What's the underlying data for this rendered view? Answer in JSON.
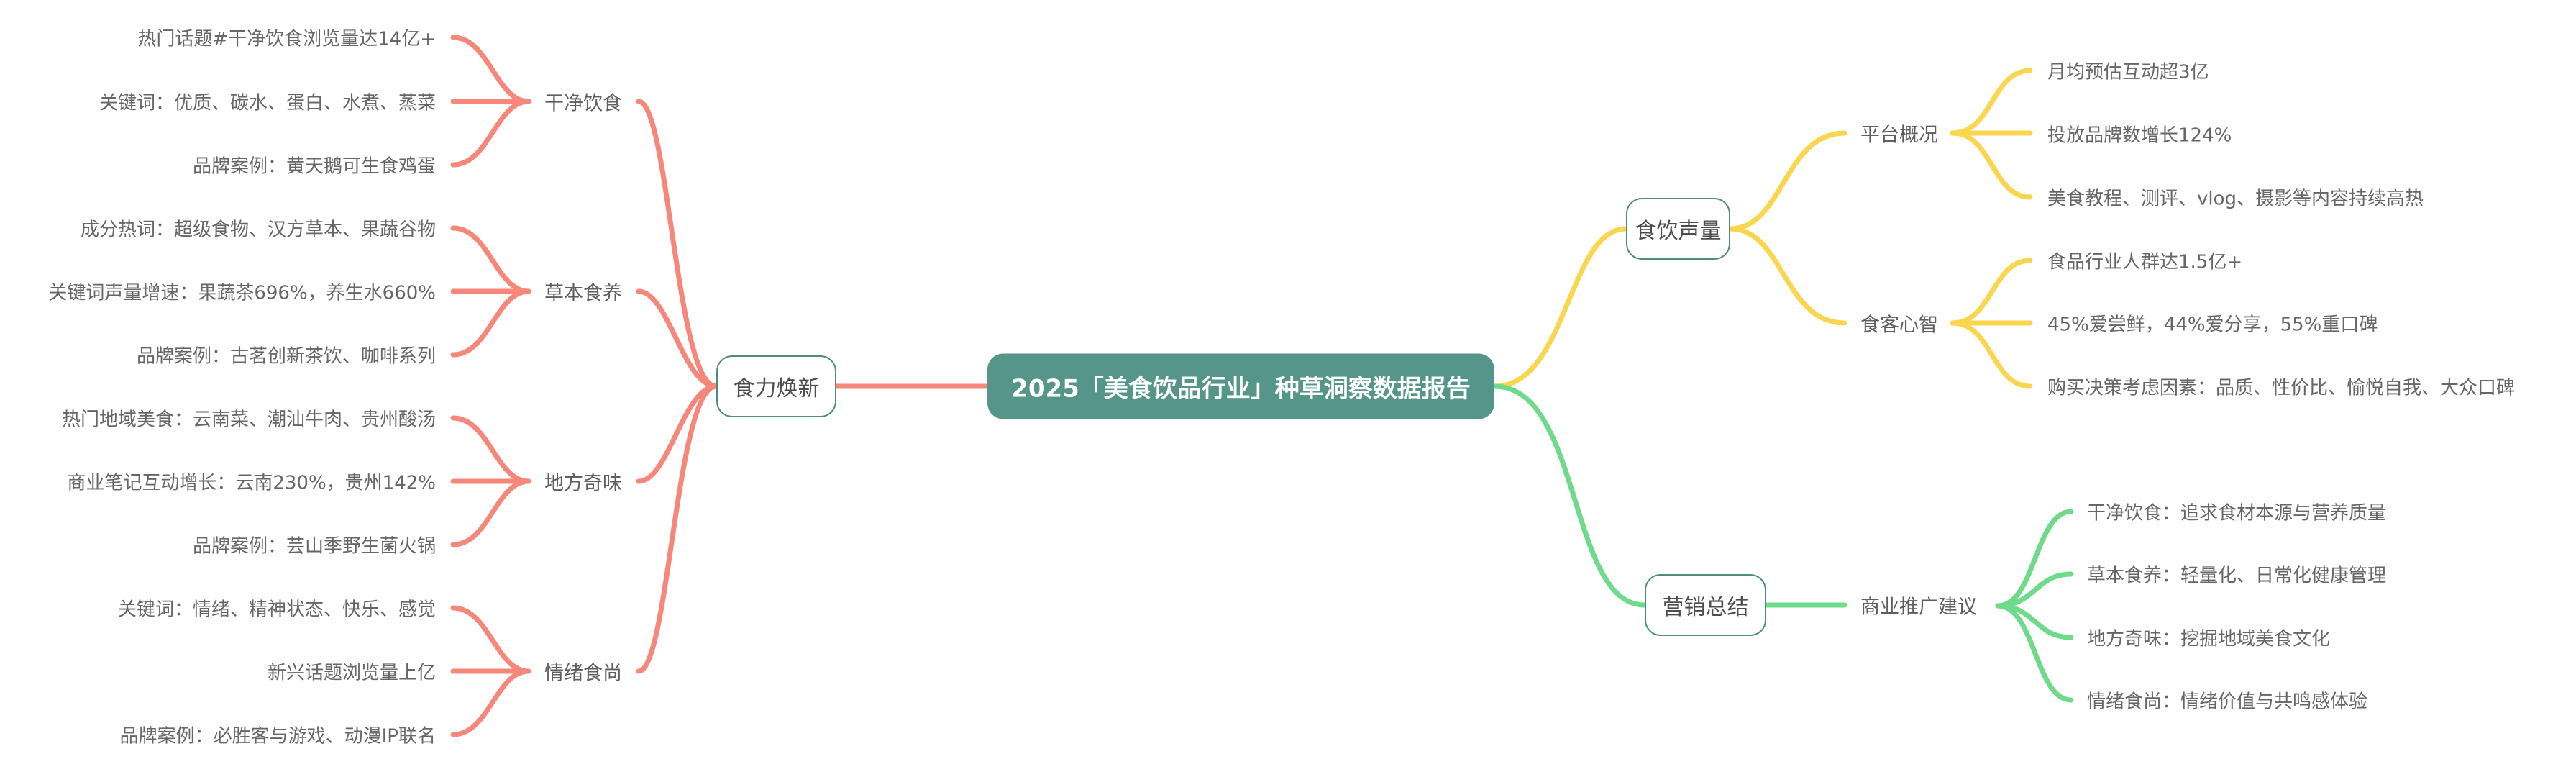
{
  "root": {
    "title": "2025「美食饮品行业」种草洞察数据报告",
    "color": "#55958a"
  },
  "colors": {
    "left_branch": "#f7877b",
    "top_right_branch": "#fad54e",
    "bottom_right_branch": "#6fdb8a",
    "node_border": "#4f8b7f"
  },
  "left": {
    "label": "食力焕新",
    "groups": [
      {
        "label": "干净饮食",
        "items": [
          "热门话题#干净饮食浏览量达14亿+",
          "关键词：优质、碳水、蛋白、水煮、蒸菜",
          "品牌案例：黄天鹅可生食鸡蛋"
        ]
      },
      {
        "label": "草本食养",
        "items": [
          "成分热词：超级食物、汉方草本、果蔬谷物",
          "关键词声量增速：果蔬茶696%，养生水660%",
          "品牌案例：古茗创新茶饮、咖啡系列"
        ]
      },
      {
        "label": "地方奇味",
        "items": [
          "热门地域美食：云南菜、潮汕牛肉、贵州酸汤",
          "商业笔记互动增长：云南230%，贵州142%",
          "品牌案例：芸山季野生菌火锅"
        ]
      },
      {
        "label": "情绪食尚",
        "items": [
          "关键词：情绪、精神状态、快乐、感觉",
          "新兴话题浏览量上亿",
          "品牌案例：必胜客与游戏、动漫IP联名"
        ]
      }
    ]
  },
  "right_top": {
    "label": "食饮声量",
    "groups": [
      {
        "label": "平台概况",
        "items": [
          "月均预估互动超3亿",
          "投放品牌数增长124%",
          "美食教程、测评、vlog、摄影等内容持续高热"
        ]
      },
      {
        "label": "食客心智",
        "items": [
          "食品行业人群达1.5亿+",
          "45%爱尝鲜，44%爱分享，55%重口碑",
          "购买决策考虑因素：品质、性价比、愉悦自我、大众口碑"
        ]
      }
    ]
  },
  "right_bottom": {
    "label": "营销总结",
    "groups": [
      {
        "label": "商业推广建议",
        "items": [
          "干净饮食：追求食材本源与营养质量",
          "草本食养：轻量化、日常化健康管理",
          "地方奇味：挖掘地域美食文化",
          "情绪食尚：情绪价值与共鸣感体验"
        ]
      }
    ]
  }
}
